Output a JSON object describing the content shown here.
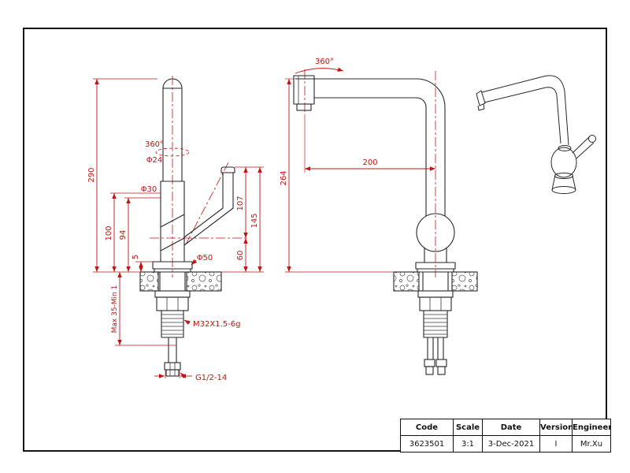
{
  "drawing": {
    "front_view": {
      "dims": {
        "height": "290",
        "swivel": "360°",
        "spout_dia": "Φ24",
        "body_dia": "Φ30",
        "d100": "100",
        "d94": "94",
        "d5": "5",
        "base_dia": "Φ50",
        "d107": "107",
        "d145": "145",
        "d60": "60",
        "clamp_range": "Max 35-Min 1",
        "mount_thread": "M32X1.5-6g",
        "inlet_thread": "G1/2-14"
      }
    },
    "side_view": {
      "dims": {
        "swivel": "360°",
        "reach": "200",
        "height": "264"
      }
    }
  },
  "title_block": {
    "columns": [
      {
        "label": "Code",
        "value": "3623501"
      },
      {
        "label": "Scale",
        "value": "3:1"
      },
      {
        "label": "Date",
        "value": "3-Dec-2021"
      },
      {
        "label": "Version",
        "value": "I"
      },
      {
        "label": "Engineer",
        "value": "Mr.Xu"
      }
    ]
  }
}
